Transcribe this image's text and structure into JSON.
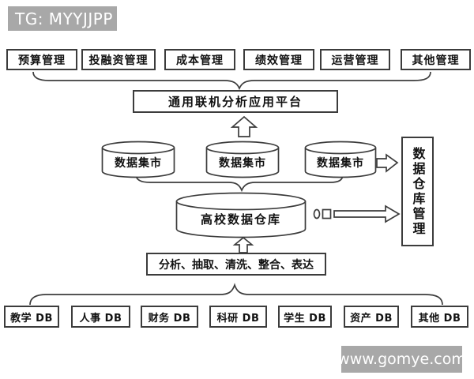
{
  "watermarks": {
    "top_left": "TG: MYYJJPP",
    "bottom_right": "www.gomye.com"
  },
  "colors": {
    "background": "#ffffff",
    "banner_bg": "#a8a8a8",
    "banner_text": "#ffffff",
    "line": "#3c3c3c",
    "text": "#111111"
  },
  "diagram": {
    "top_modules": [
      {
        "label": "预算管理"
      },
      {
        "label": "投融资管理"
      },
      {
        "label": "成本管理"
      },
      {
        "label": "绩效管理"
      },
      {
        "label": "运营管理"
      },
      {
        "label": "其他管理"
      }
    ],
    "platform": {
      "label": "通用联机分析应用平台"
    },
    "data_marts": [
      {
        "label": "数据集市"
      },
      {
        "label": "数据集市"
      },
      {
        "label": "数据集市"
      }
    ],
    "warehouse_management": {
      "label": "数据仓库管理"
    },
    "central_warehouse": {
      "label": "高校数据仓库"
    },
    "etl": {
      "label": "分析、抽取、清洗、整合、表达"
    },
    "source_dbs": [
      {
        "label": "教学 DB"
      },
      {
        "label": "人事 DB"
      },
      {
        "label": "财务 DB"
      },
      {
        "label": "科研 DB"
      },
      {
        "label": "学生 DB"
      },
      {
        "label": "资产 DB"
      },
      {
        "label": "其他 DB"
      }
    ]
  }
}
